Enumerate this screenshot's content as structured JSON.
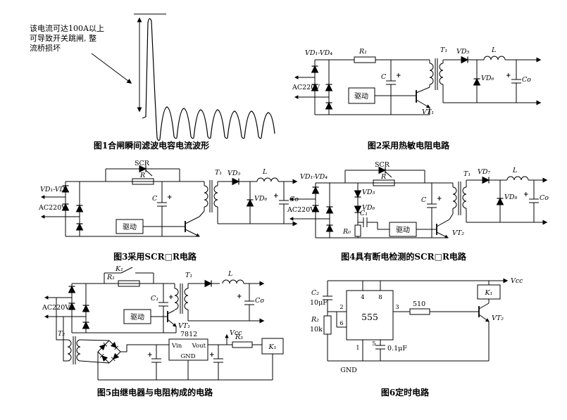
{
  "symbols": {
    "plus": "+"
  },
  "fig1": {
    "caption": "图1合闸瞬间滤波电容电流波形",
    "annotation": {
      "line1": "该电流可达100A以上",
      "line2": "可导致开关跳闸, 整",
      "line3": "流桥损坏"
    }
  },
  "fig2": {
    "caption": "图2采用热敏电阻电路",
    "labels": {
      "bridge": "VD₁-VD₄",
      "ac_input": "AC220V",
      "r1": "R₁",
      "c": "C",
      "drive": "驱动",
      "vt1": "VT₁",
      "t1": "T₁",
      "vd5": "VD₅",
      "vd6": "VD₆",
      "l": "L",
      "co": "Co"
    }
  },
  "fig3": {
    "caption": "图3采用SCR□R电路",
    "labels": {
      "scr": "SCR",
      "r": "R",
      "bridge": "VD₁-VD₄",
      "ac_input": "AC220V",
      "c": "C",
      "drive": "驱动",
      "t1": "T₁",
      "vd5": "VD₅",
      "vd6": "VD₆",
      "l": "L",
      "co": "Co"
    }
  },
  "fig4": {
    "caption": "图4具有断电检测的SCR□R电路",
    "labels": {
      "scr": "SCR",
      "r": "R",
      "bridge": "VD₁-VD₄",
      "ac_input": "AC220V",
      "vd5": "VD₅",
      "vd6": "VD₆",
      "c1": "C₁",
      "r0": "R₀",
      "c": "C",
      "drive": "驱动",
      "vt2": "VT₂",
      "t1": "T₁",
      "vd7": "VD₇",
      "vd8": "VD₈",
      "l": "L",
      "co": "Co"
    }
  },
  "fig5": {
    "caption": "图5由继电器与电阻构成的电路",
    "labels": {
      "k1_switch": "K₁",
      "r1": "R₁",
      "c1": "C₁",
      "t1": "T₁",
      "ac_input": "AC220V",
      "drive": "驱动",
      "vt1": "VT₁",
      "l": "L",
      "co": "Co",
      "t2": "T₂",
      "regulator": "7812",
      "vin": "Vin",
      "vout": "Vout",
      "gnd": "GND",
      "vcc": "Vcc",
      "r3": "R₃",
      "k1_relay": "K₁"
    }
  },
  "fig6": {
    "caption": "图6定时电路",
    "labels": {
      "c2": "C₂",
      "c2_value": "10μF",
      "timer": "555",
      "pin2": "2",
      "pin6": "6",
      "pin4": "4",
      "pin8": "8",
      "pin3": "3",
      "pin1": "1",
      "pin5": "5",
      "r2": "R₂",
      "r2_value": "10k",
      "res510": "510",
      "vt2": "VT₂",
      "k1": "K₁",
      "vcc": "Vcc",
      "cap_value": "0.1μF",
      "gnd": "GND"
    }
  }
}
